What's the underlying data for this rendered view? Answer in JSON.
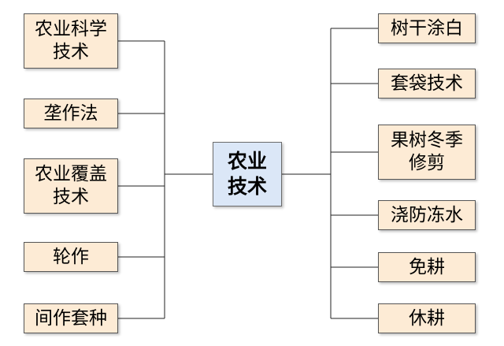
{
  "colors": {
    "leaf_fill": "#fdebd5",
    "center_fill": "#dbe7f7",
    "border": "#555555",
    "connector": "#222222"
  },
  "center": {
    "label": "农业\n技术"
  },
  "left_items": [
    {
      "label": "农业科学\n技术"
    },
    {
      "label": "垄作法"
    },
    {
      "label": "农业覆盖\n技术"
    },
    {
      "label": "轮作"
    },
    {
      "label": "间作套种"
    }
  ],
  "right_items": [
    {
      "label": "树干涂白"
    },
    {
      "label": "套袋技术"
    },
    {
      "label": "果树冬季\n修剪"
    },
    {
      "label": "浇防冻水"
    },
    {
      "label": "免耕"
    },
    {
      "label": "休耕"
    }
  ]
}
